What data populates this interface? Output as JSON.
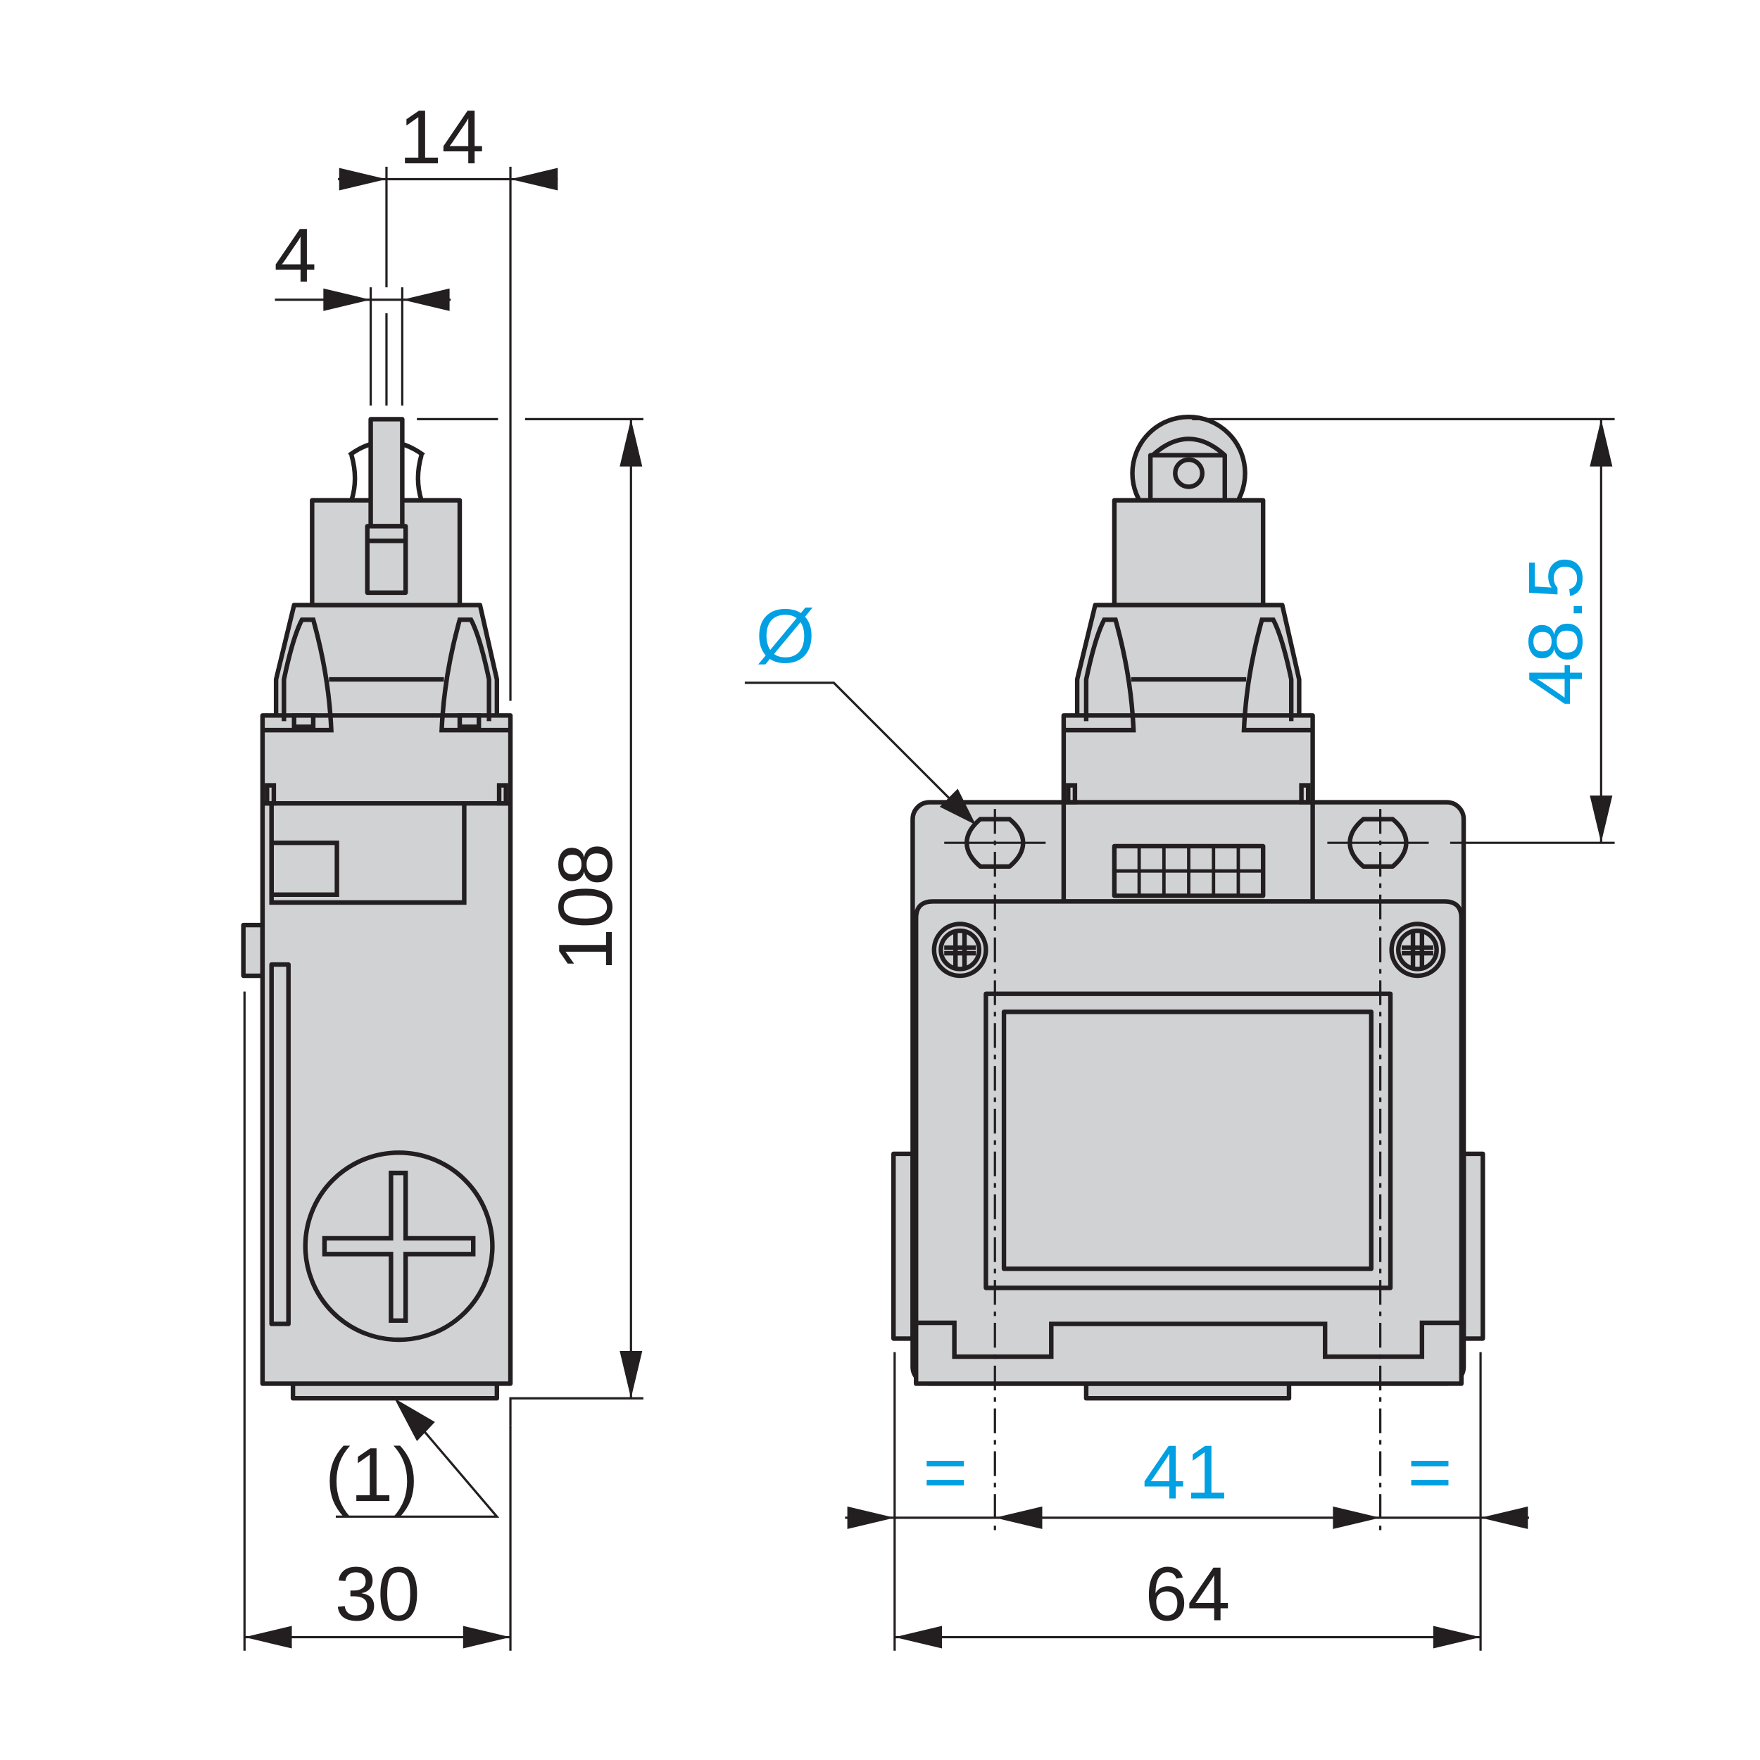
{
  "dimensions": {
    "side_view": {
      "top_width": "14",
      "plunger_width": "4",
      "height": "108",
      "note": "(1)",
      "width": "30"
    },
    "front_view": {
      "hole_symbol": "Ø",
      "hole_to_top": "48.5",
      "equal_left": "=",
      "hole_spacing": "41",
      "equal_right": "=",
      "width": "64"
    }
  },
  "colors": {
    "body": "#d1d2d4",
    "line": "#231f20",
    "highlight": "#00a0e3"
  }
}
